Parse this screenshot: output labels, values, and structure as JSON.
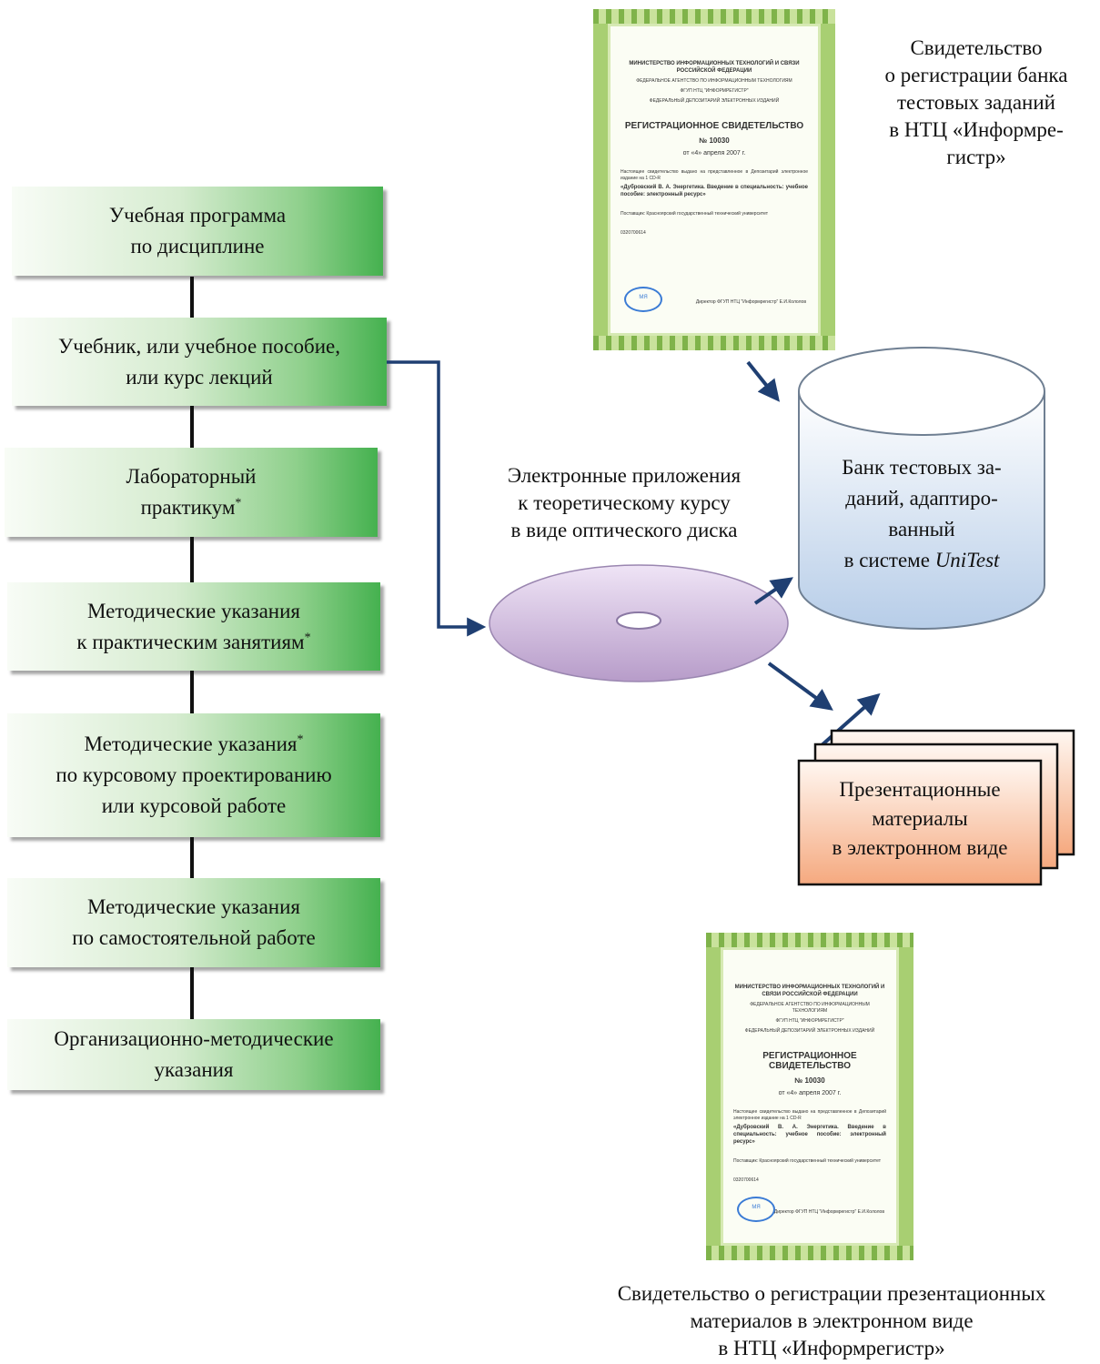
{
  "left_column": [
    {
      "lines": [
        "Учебная программа",
        "по дисциплине"
      ],
      "star_after_line": null
    },
    {
      "lines": [
        "Учебник, или учебное пособие,",
        "или курс лекций"
      ],
      "star_after_line": null
    },
    {
      "lines": [
        "Лабораторный",
        "практикум"
      ],
      "star_after_line": 1
    },
    {
      "lines": [
        "Методические указания",
        "к практическим занятиям"
      ],
      "star_after_line": 1
    },
    {
      "lines": [
        "Методические указания",
        "по курсовому проектированию",
        "или курсовой работе"
      ],
      "star_after_line": 0
    },
    {
      "lines": [
        "Методические указания",
        "по самостоятельной работе"
      ],
      "star_after_line": null
    },
    {
      "lines": [
        "Организационно-методические",
        "указания"
      ],
      "star_after_line": null
    }
  ],
  "star": "*",
  "disc_caption": [
    "Электронные приложения",
    "к теоретическому курсу",
    "в виде оптического диска"
  ],
  "bank": {
    "lines": [
      "Банк тестовых за-",
      "даний, адаптиро-",
      "ванный",
      "в системе "
    ],
    "italic": "UniTest"
  },
  "presentation": [
    "Презентационные",
    "материалы",
    "в электронном виде"
  ],
  "cert_top_caption": [
    "Свидетельство",
    "о регистрации банка",
    "тестовых заданий",
    "в НТЦ «Информре-",
    "гистр»"
  ],
  "cert_bottom_caption": [
    "Свидетельство о регистрации презентационных",
    "материалов в электронном виде",
    "в НТЦ «Информрегистр»"
  ],
  "certificate": {
    "header": "МИНИСТЕРСТВО ИНФОРМАЦИОННЫХ ТЕХНОЛОГИЙ И СВЯЗИ РОССИЙСКОЙ ФЕДЕРАЦИИ",
    "agency": "ФЕДЕРАЛЬНОЕ АГЕНТСТВО ПО ИНФОРМАЦИОННЫМ ТЕХНОЛОГИЯМ",
    "org": "ФГУП НТЦ \"ИНФОРМРЕГИСТР\"",
    "depository": "ФЕДЕРАЛЬНЫЙ ДЕПОЗИТАРИЙ ЭЛЕКТРОННЫХ ИЗДАНИЙ",
    "title": "РЕГИСТРАЦИОННОЕ СВИДЕТЕЛЬСТВО",
    "number": "№ 10030",
    "date": "от «4» апреля 2007 г.",
    "body": "Настоящее свидетельство выдано на представленное в Депозитарий электронное издание на 1 CD-R",
    "body_bold": "«Дубровский В. А. Энергетика. Введение в специальность: учебное пособие: электронный ресурс»",
    "supplier": "Поставщик: Красноярский государственный технический университет",
    "reg_number": "0320700614",
    "signer": "Директор ФГУП НТЦ \"Информрегистр\"   Е.И.Кололов",
    "seal": "МЯ"
  },
  "colors": {
    "box_green": "#45b14f",
    "arrow": "#1f3f72",
    "connector": "#111111",
    "disc": "#cdbadb",
    "cylinder": "#c3d7ee",
    "presentation": "#f6a77a"
  }
}
